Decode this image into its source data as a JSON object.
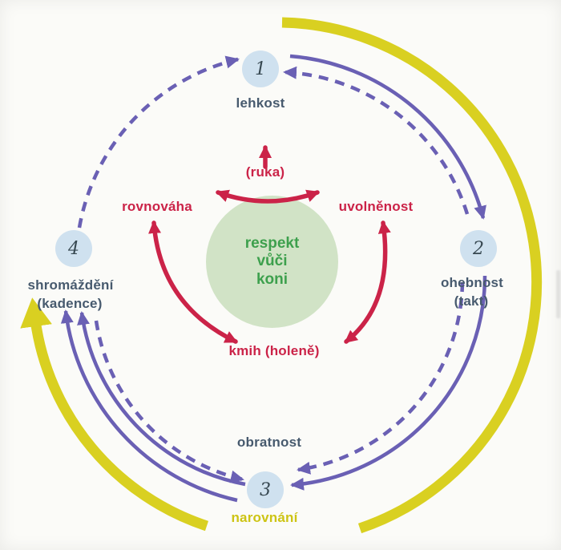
{
  "colors": {
    "red": "#cb2348",
    "purple": "#6a60b4",
    "yellow": "#d9d021",
    "yellow_text": "#cdc414",
    "node_fill": "#cfe1ef",
    "node_number": "#374851",
    "green_fill": "#d1e3c6",
    "green_text": "#3da04d",
    "dark_label": "#475a6e",
    "background": "#fbfbf8"
  },
  "center": {
    "line1": "respekt",
    "line2": "vůči",
    "line3": "koni"
  },
  "nodes": {
    "n1": {
      "number": "1",
      "label": "lehkost"
    },
    "n2": {
      "number": "2",
      "label": "ohebnost",
      "sublabel": "(takt)"
    },
    "n3": {
      "number": "3",
      "label_above": "obratnost",
      "label_below": "narovnání"
    },
    "n4": {
      "number": "4",
      "label": "shromáždění",
      "sublabel": "(kadence)"
    }
  },
  "inner_labels": {
    "ruka": "(ruka)",
    "rovnovaha": "rovnováha",
    "uvolnenost": "uvolněnost",
    "kmih": "kmih (holeně)"
  }
}
